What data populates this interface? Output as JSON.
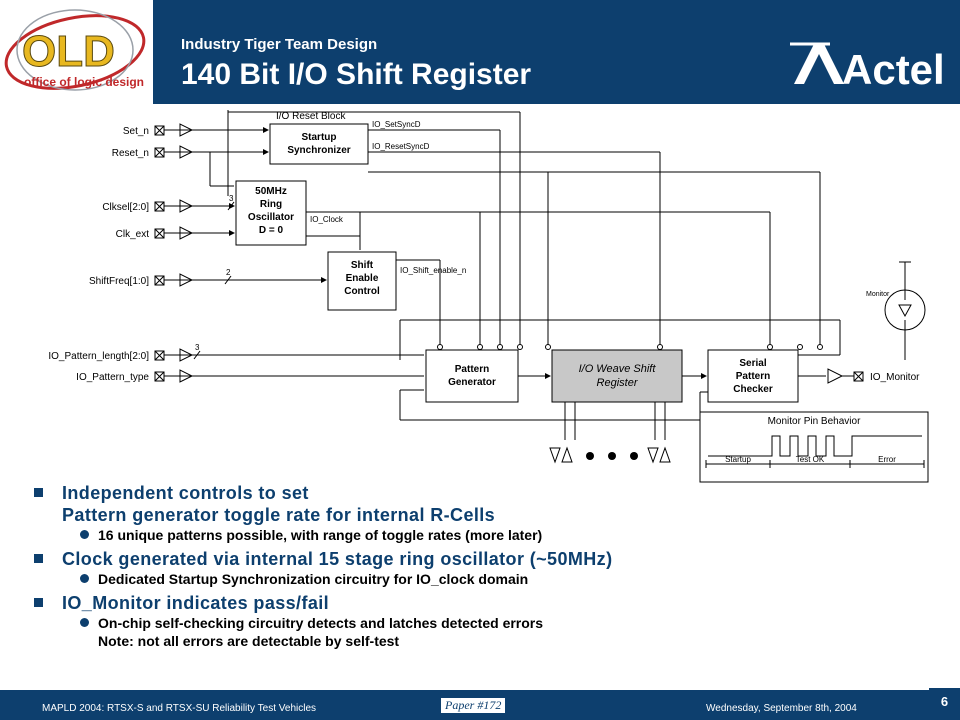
{
  "header": {
    "subtitle": "Industry Tiger Team Design",
    "title": "140 Bit I/O Shift Register",
    "logo_text": "office of logic design",
    "logo_mark": "OLD",
    "brand": "Actel"
  },
  "diagram": {
    "blocks": {
      "io_reset_block": "I/O Reset Block",
      "startup": [
        "Startup",
        "Synchronizer"
      ],
      "oscillator": [
        "50MHz",
        "Ring",
        "Oscillator",
        "D = 0"
      ],
      "shift_enable": [
        "Shift",
        "Enable",
        "Control"
      ],
      "pattern_gen": [
        "Pattern",
        "Generator"
      ],
      "weave": [
        "I/O Weave Shift",
        "Register"
      ],
      "checker": [
        "Serial",
        "Pattern",
        "Checker"
      ]
    },
    "inputs": [
      "Set_n",
      "Reset_n",
      "Clksel[2:0]",
      "Clk_ext",
      "ShiftFreq[1:0]",
      "IO_Pattern_length[2:0]",
      "IO_Pattern_type"
    ],
    "signals": {
      "set_sync": "IO_SetSyncD",
      "reset_sync": "IO_ResetSyncD",
      "clock": "IO_Clock",
      "shift_enable": "IO_Shift_enable_n"
    },
    "bus_widths": [
      "3",
      "2",
      "3"
    ],
    "output": "IO_Monitor",
    "monitor_label": "Monitor",
    "behavior": {
      "title": "Monitor Pin Behavior",
      "phases": [
        "Startup",
        "Test OK",
        "Error"
      ]
    }
  },
  "bullets": [
    {
      "text": "Independent controls to set",
      "line2": "Pattern generator toggle rate for internal R-Cells",
      "subs": [
        "16 unique patterns possible, with range of toggle rates (more later)"
      ]
    },
    {
      "text": "Clock generated via internal 15 stage ring oscillator (~50MHz)",
      "subs": [
        "Dedicated Startup Synchronization circuitry for IO_clock domain"
      ]
    },
    {
      "text": "IO_Monitor indicates pass/fail",
      "subs": [
        "On-chip self-checking circuitry detects and latches detected errors",
        "Note: not all errors are detectable by self-test"
      ]
    }
  ],
  "footer": {
    "left": "MAPLD 2004: RTSX-S and RTSX-SU Reliability Test Vehicles",
    "paper": "Paper #172",
    "date": "Wednesday, September 8th, 2004",
    "page": "6"
  },
  "colors": {
    "navy": "#0d3f6e",
    "logo_red": "#c0282a",
    "logo_gold": "#e8b820",
    "weave_fill": "#c8c8c8"
  }
}
